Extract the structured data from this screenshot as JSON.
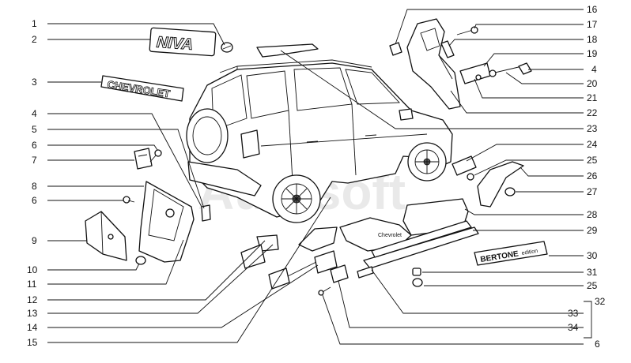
{
  "callouts": {
    "l1": "1",
    "l2": "2",
    "l3": "3",
    "l4": "4",
    "l5": "5",
    "l6": "6",
    "l7": "7",
    "l8": "8",
    "l9": "9",
    "l10": "10",
    "l11": "11",
    "l12": "12",
    "l13": "13",
    "l14": "14",
    "l15": "15",
    "r16": "16",
    "r17": "17",
    "r18": "18",
    "r19": "19",
    "r4": "4",
    "r20": "20",
    "r21": "21",
    "r22": "22",
    "r23": "23",
    "r24": "24",
    "r25a": "25",
    "r26": "26",
    "r27": "27",
    "r28": "28",
    "r29": "29",
    "r30": "30",
    "r31": "31",
    "r25b": "25",
    "r32": "32",
    "r33": "33",
    "r34": "34",
    "r6": "6"
  },
  "badges": {
    "niva": "NIVA",
    "chevrolet": "CHEVROLET",
    "bertone": "BERTONE",
    "edition": "edition"
  },
  "watermark": "Autosoft"
}
